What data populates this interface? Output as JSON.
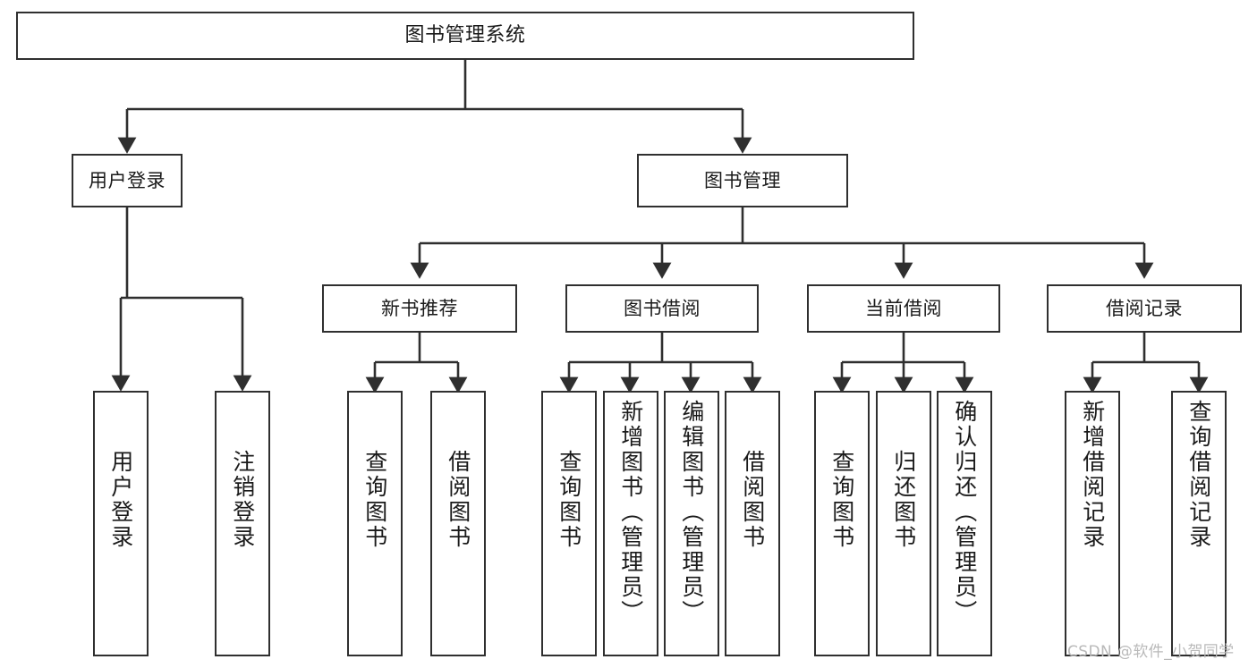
{
  "diagram": {
    "title": "图书管理系统",
    "type": "tree",
    "orientation": "top-down",
    "watermark": "CSDN @软件_小贺同学",
    "colors": {
      "box_border": "#2f2f2f",
      "box_fill": "#ffffff",
      "edge": "#2f2f2f",
      "text": "#1a1a1a",
      "watermark": "#b9b9b9",
      "background": "#ffffff"
    },
    "nodes": {
      "root": {
        "label": "图书管理系统"
      },
      "level2": [
        {
          "id": "user-login",
          "label": "用户登录"
        },
        {
          "id": "book-manage",
          "label": "图书管理"
        }
      ],
      "level3": [
        {
          "id": "new-book-recommend",
          "label": "新书推荐"
        },
        {
          "id": "book-borrow",
          "label": "图书借阅"
        },
        {
          "id": "current-borrow",
          "label": "当前借阅"
        },
        {
          "id": "borrow-record",
          "label": "借阅记录"
        }
      ],
      "leaves": {
        "user_login": [
          {
            "id": "leaf-user-login",
            "label": "用户登录"
          },
          {
            "id": "leaf-logout-login",
            "label": "注销登录"
          }
        ],
        "new_book_recommend": [
          {
            "id": "leaf-query-book-1",
            "label": "查询图书"
          },
          {
            "id": "leaf-borrow-book-1",
            "label": "借阅图书"
          }
        ],
        "book_borrow": [
          {
            "id": "leaf-query-book-2",
            "label": "查询图书"
          },
          {
            "id": "leaf-add-book",
            "label": "新增图书（管理员）"
          },
          {
            "id": "leaf-edit-book",
            "label": "编辑图书（管理员）"
          },
          {
            "id": "leaf-borrow-book-2",
            "label": "借阅图书"
          }
        ],
        "current_borrow": [
          {
            "id": "leaf-query-book-3",
            "label": "查询图书"
          },
          {
            "id": "leaf-return-book",
            "label": "归还图书"
          },
          {
            "id": "leaf-confirm-return",
            "label": "确认归还（管理员）"
          }
        ],
        "borrow_record": [
          {
            "id": "leaf-add-record",
            "label": "新增借阅记录"
          },
          {
            "id": "leaf-query-record",
            "label": "查询借阅记录"
          }
        ]
      }
    }
  }
}
